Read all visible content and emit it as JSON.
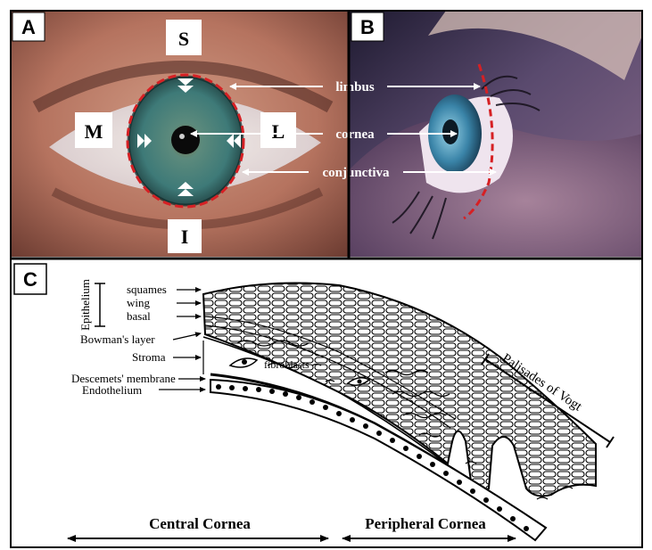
{
  "panel_a": {
    "letter": "A",
    "orientation": {
      "superior": "S",
      "medial": "M",
      "lateral": "L",
      "inferior": "I"
    }
  },
  "panel_b": {
    "letter": "B"
  },
  "eye_labels": {
    "limbus": "limbus",
    "cornea": "cornea",
    "conjunctiva": "conjunctiva"
  },
  "panel_c": {
    "letter": "C",
    "epithelium": "Epithelium",
    "layers": {
      "squames": "squames",
      "wing": "wing",
      "basal": "basal",
      "bowmans": "Bowman's layer",
      "stroma": "Stroma",
      "descemets": "Descemets' membrane",
      "endothelium": "Endothelium"
    },
    "fibroblasts": "fibroblasts",
    "palisades": "Palisades of Vogt",
    "central_cornea": "Central Cornea",
    "peripheral_cornea": "Peripheral Cornea"
  },
  "colors": {
    "limbus_dash": "#d62024",
    "iris": "#3f7f7e",
    "skin": "#b8766a",
    "panel_b_bg": "#2a2440"
  }
}
